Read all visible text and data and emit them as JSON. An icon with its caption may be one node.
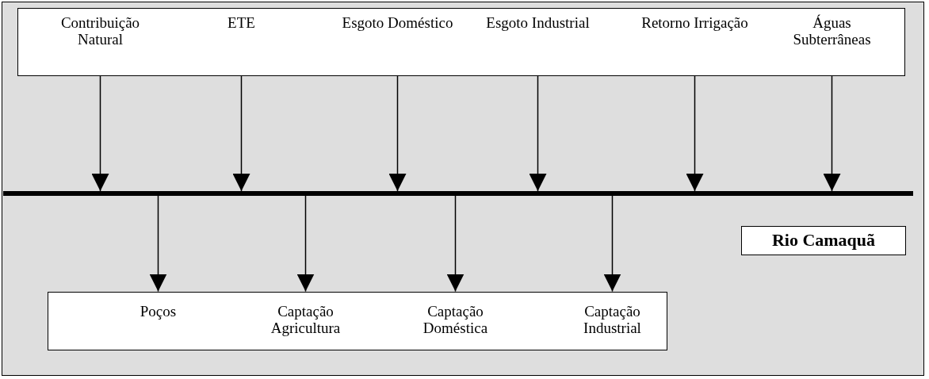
{
  "diagram": {
    "nodes": [
      {
        "text": [],
        "shape": "box"
      },
      {
        "text": [
          "Contribuição Natural"
        ],
        "in": 0
      },
      {
        "text": [
          "ETE"
        ],
        "in": 0
      },
      {
        "text": [
          "Esgoto Doméstico"
        ],
        "in": 0
      },
      {
        "text": [
          "Esgoto Industrial"
        ],
        "in": 0
      },
      {
        "text": [
          "Retorno Irrigação"
        ],
        "in": 0
      },
      {
        "text": [
          "Águas Subterrâneas"
        ],
        "in": 0
      },
      {
        "text": [],
        "shape": "bar"
      },
      {
        "text": [
          "Rio Camaquã"
        ]
      },
      {
        "text": [],
        "shape": "box"
      },
      {
        "text": [
          "Poços"
        ],
        "in": 9
      },
      {
        "text": [
          "Captação Agricultura"
        ],
        "in": 9
      },
      {
        "text": [
          "Captação Doméstica"
        ],
        "in": 9
      },
      {
        "text": [
          "Captação Industrial"
        ],
        "in": 9
      }
    ],
    "edges": [
      {
        "from": 1,
        "to": 7,
        "arrow": "to"
      },
      {
        "from": 2,
        "to": 7,
        "arrow": "to"
      },
      {
        "from": 3,
        "to": 7,
        "arrow": "to"
      },
      {
        "from": 4,
        "to": 7,
        "arrow": "to"
      },
      {
        "from": 5,
        "to": 7,
        "arrow": "to"
      },
      {
        "from": 6,
        "to": 7,
        "arrow": "to"
      },
      {
        "from": 7,
        "to": 10,
        "arrow": "to"
      },
      {
        "from": 7,
        "to": 11,
        "arrow": "to"
      },
      {
        "from": 7,
        "to": 12,
        "arrow": "to"
      },
      {
        "from": 7,
        "to": 13,
        "arrow": "to"
      }
    ]
  }
}
